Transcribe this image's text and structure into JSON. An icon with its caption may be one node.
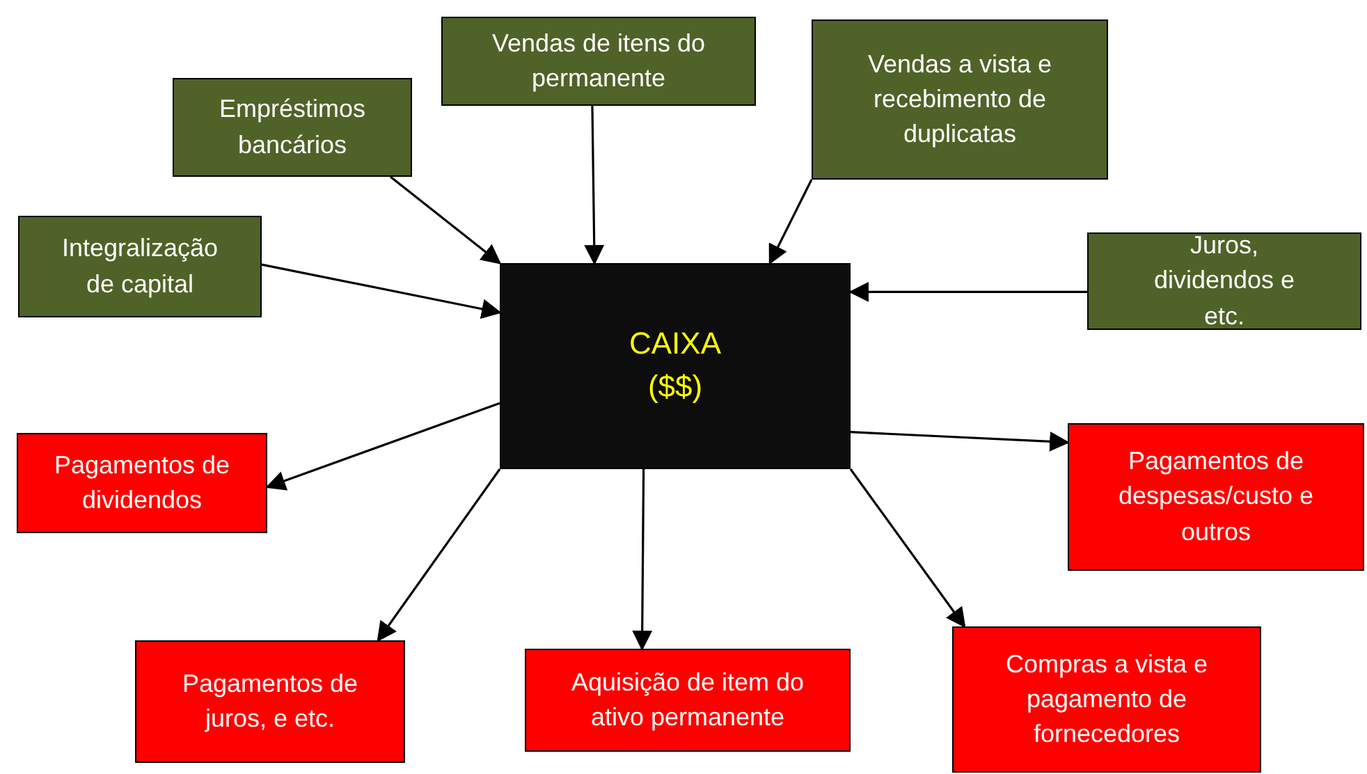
{
  "diagram": {
    "nodes": [
      {
        "text": [
          "Vendas de itens do permanente"
        ]
      },
      {
        "text": [
          "Vendas a vista e recebimento de duplicatas"
        ]
      },
      {
        "text": [
          "Empréstimos bancários"
        ]
      },
      {
        "text": [
          "Integralização de capital"
        ]
      },
      {
        "text": [
          "Juros, dividendos e etc."
        ]
      },
      {
        "text": [
          "CAIXA ($$)"
        ]
      },
      {
        "text": [
          "Pagamentos de dividendos"
        ]
      },
      {
        "text": [
          "Pagamentos de despesas/custo e outros"
        ]
      },
      {
        "text": [
          "Pagamentos de juros, e etc."
        ]
      },
      {
        "text": [
          "Aquisição de item do ativo permanente"
        ]
      },
      {
        "text": [
          "Compras a vista e pagamento de fornecedores"
        ]
      }
    ],
    "edges": [
      {
        "from": 2,
        "to": 5,
        "arrow": "to"
      },
      {
        "from": 0,
        "to": 5,
        "arrow": "to"
      },
      {
        "from": 1,
        "to": 5,
        "arrow": "to"
      },
      {
        "from": 3,
        "to": 5,
        "arrow": "to"
      },
      {
        "from": 4,
        "to": 5,
        "arrow": "to"
      },
      {
        "from": 5,
        "to": 6,
        "arrow": "to"
      },
      {
        "from": 5,
        "to": 7,
        "arrow": "to"
      },
      {
        "from": 5,
        "to": 8,
        "arrow": "to"
      },
      {
        "from": 5,
        "to": 9,
        "arrow": "to"
      },
      {
        "from": 5,
        "to": 10,
        "arrow": "to"
      }
    ]
  }
}
